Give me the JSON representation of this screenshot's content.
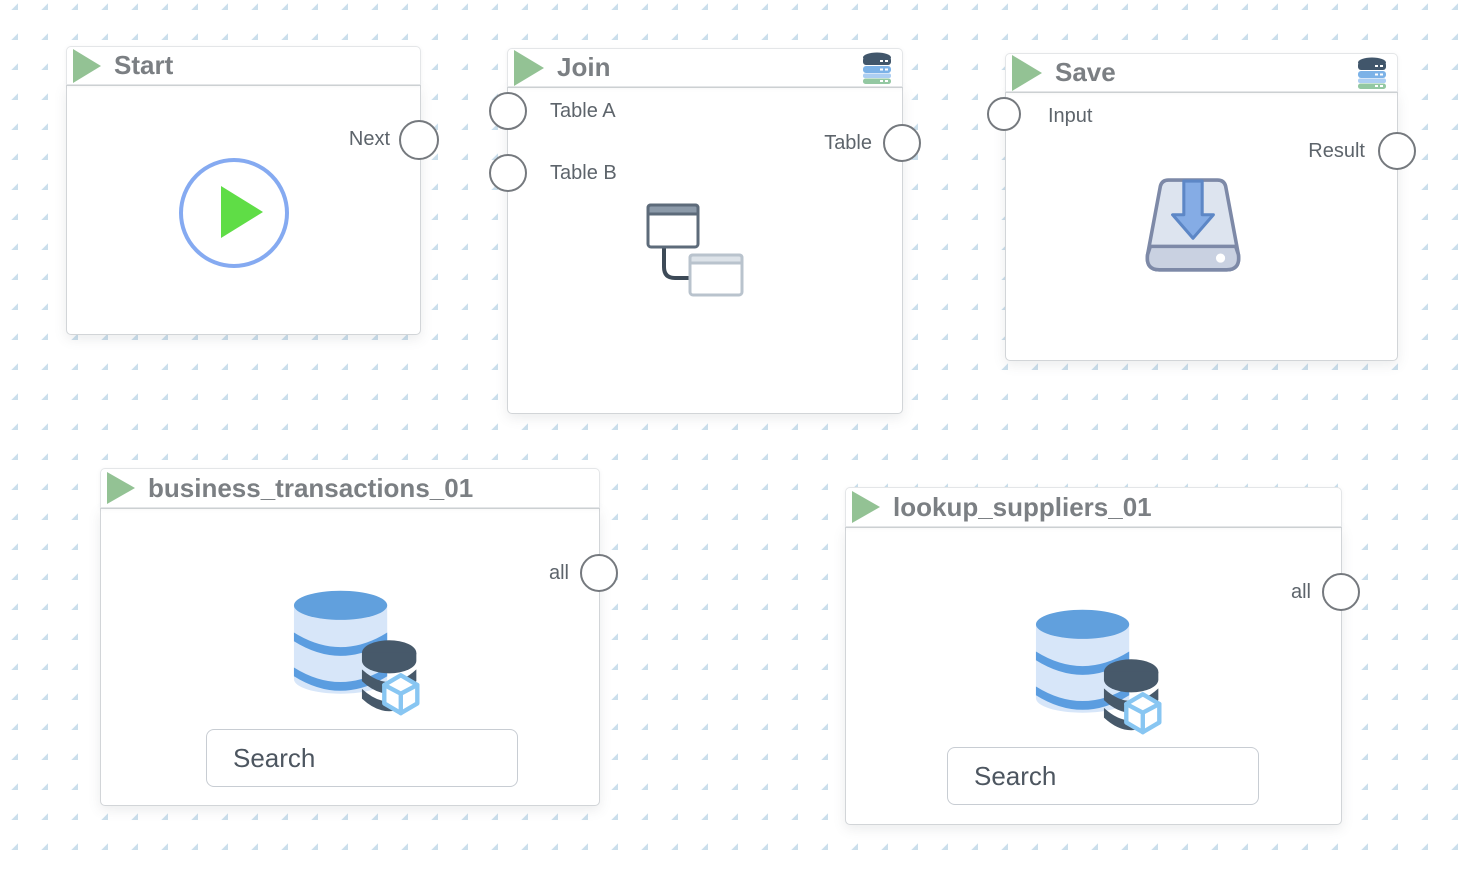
{
  "theme": {
    "background_dot_color": "#cbdfec",
    "node_border_color": "#d2d5d8",
    "title_color": "#7b7f83",
    "port_label_color": "#5d646b",
    "run_indicator_green": "#93c294",
    "play_circle_blue": "#85aaf1",
    "play_triangle_green": "#5fdd46",
    "database_blue": "#61a0dd",
    "database_light_blue": "#d7e6f9",
    "database_dark_slate": "#47596a",
    "cube_blue": "#88c6f2",
    "stack_icon_green": "#93c8a2"
  },
  "nodes": [
    {
      "id": "start",
      "title": "Start",
      "outputs": [
        "Next"
      ],
      "icons": [
        "run-indicator-icon",
        "start-play-icon"
      ]
    },
    {
      "id": "join",
      "title": "Join",
      "inputs": [
        "Table A",
        "Table B"
      ],
      "outputs": [
        "Table"
      ],
      "icons": [
        "run-indicator-icon",
        "database-stack-icon",
        "join-windows-icon"
      ]
    },
    {
      "id": "save",
      "title": "Save",
      "inputs": [
        "Input"
      ],
      "outputs": [
        "Result"
      ],
      "icons": [
        "run-indicator-icon",
        "database-stack-icon",
        "save-drive-icon"
      ]
    },
    {
      "id": "business_transactions_01",
      "title": "business_transactions_01",
      "outputs": [
        "all"
      ],
      "search": {
        "placeholder": "Search"
      },
      "icons": [
        "run-indicator-icon",
        "database-table-icon"
      ]
    },
    {
      "id": "lookup_suppliers_01",
      "title": "lookup_suppliers_01",
      "outputs": [
        "all"
      ],
      "search": {
        "placeholder": "Search"
      },
      "icons": [
        "run-indicator-icon",
        "database-table-icon"
      ]
    }
  ]
}
